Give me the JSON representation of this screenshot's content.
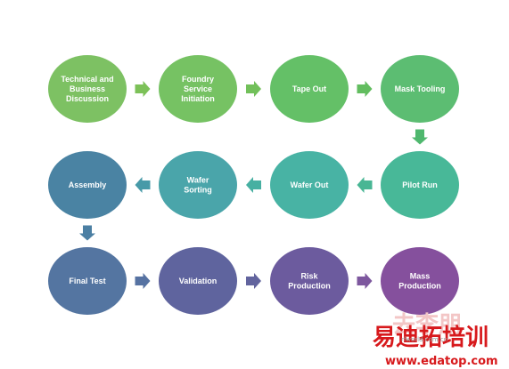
{
  "nodes": [
    {
      "id": "technical-business-discussion",
      "lines": [
        "Technical and",
        "Business",
        "Discussion"
      ],
      "color": "#7dc163"
    },
    {
      "id": "foundry-service-initiation",
      "lines": [
        "Foundry",
        "Service",
        "Initiation"
      ],
      "color": "#76c263"
    },
    {
      "id": "tape-out",
      "lines": [
        "Tape Out"
      ],
      "color": "#64c067"
    },
    {
      "id": "mask-tooling",
      "lines": [
        "Mask Tooling"
      ],
      "color": "#5cbd72"
    },
    {
      "id": "pilot-run",
      "lines": [
        "Pilot Run"
      ],
      "color": "#48b898"
    },
    {
      "id": "wafer-out",
      "lines": [
        "Wafer Out"
      ],
      "color": "#48b3a4"
    },
    {
      "id": "wafer-sorting",
      "lines": [
        "Wafer",
        "Sorting"
      ],
      "color": "#4aa5aa"
    },
    {
      "id": "assembly",
      "lines": [
        "Assembly"
      ],
      "color": "#4a83a3"
    },
    {
      "id": "final-test",
      "lines": [
        "Final Test"
      ],
      "color": "#5475a1"
    },
    {
      "id": "validation",
      "lines": [
        "Validation"
      ],
      "color": "#5f649e"
    },
    {
      "id": "risk-production",
      "lines": [
        "Risk",
        "Production"
      ],
      "color": "#6c5b9e"
    },
    {
      "id": "mass-production",
      "lines": [
        "Mass",
        "Production"
      ],
      "color": "#85509d"
    }
  ],
  "edges": [
    {
      "from": "technical-business-discussion",
      "to": "foundry-service-initiation",
      "dir": "right",
      "color": "#7cc158"
    },
    {
      "from": "foundry-service-initiation",
      "to": "tape-out",
      "dir": "right",
      "color": "#72c05a"
    },
    {
      "from": "tape-out",
      "to": "mask-tooling",
      "dir": "right",
      "color": "#62bd5f"
    },
    {
      "from": "mask-tooling",
      "to": "pilot-run",
      "dir": "down",
      "color": "#4fb86e"
    },
    {
      "from": "pilot-run",
      "to": "wafer-out",
      "dir": "left",
      "color": "#48b694"
    },
    {
      "from": "wafer-out",
      "to": "wafer-sorting",
      "dir": "left",
      "color": "#47b0a2"
    },
    {
      "from": "wafer-sorting",
      "to": "assembly",
      "dir": "left",
      "color": "#479aa8"
    },
    {
      "from": "assembly",
      "to": "final-test",
      "dir": "down",
      "color": "#4b7fa3"
    },
    {
      "from": "final-test",
      "to": "validation",
      "dir": "right",
      "color": "#5672a2"
    },
    {
      "from": "validation",
      "to": "risk-production",
      "dir": "right",
      "color": "#62649e"
    },
    {
      "from": "risk-production",
      "to": "mass-production",
      "dir": "right",
      "color": "#7d579e"
    }
  ],
  "watermark": {
    "brand_cn": "易迪拓培训",
    "ghost_cn": "去李朋",
    "url": "www.edatop.com",
    "small": "rfworld.com.cn",
    "color_main": "#d7191c",
    "color_ghost": "#f3c6c6"
  }
}
